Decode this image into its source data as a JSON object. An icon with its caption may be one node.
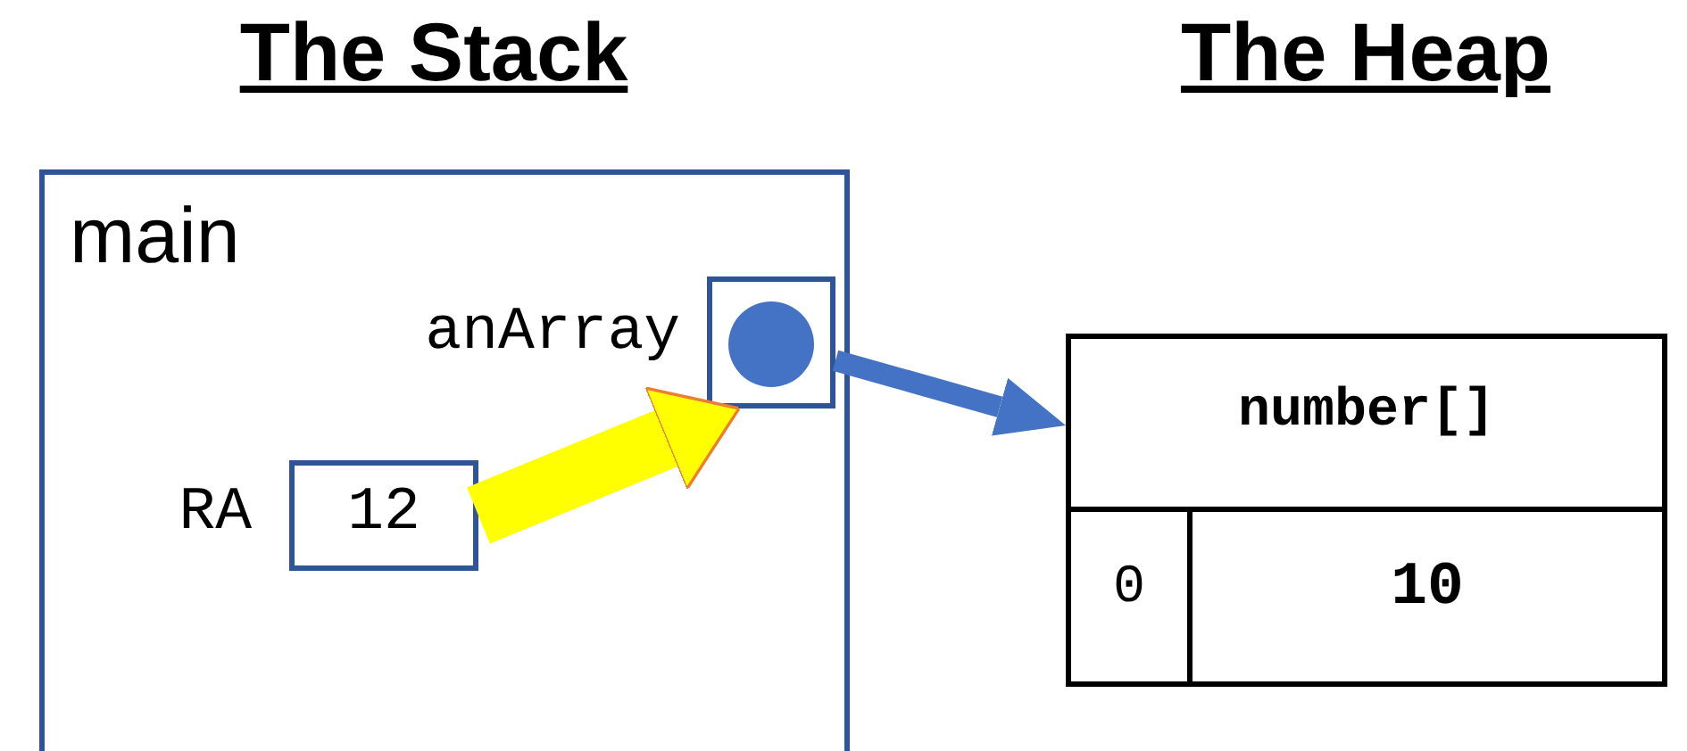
{
  "diagram": {
    "nodes": [
      {
        "text": [
          "main"
        ]
      },
      {
        "text": [],
        "shape": "box",
        "beside": [
          "anArray"
        ],
        "in": 0
      },
      {
        "text": [
          "12"
        ],
        "beside": [
          "RA"
        ],
        "in": 0
      },
      {
        "text": [
          "number[]"
        ]
      },
      {
        "text": [
          "0"
        ],
        "in": 3
      },
      {
        "text": [
          "10"
        ],
        "in": 3
      }
    ],
    "edges": [
      {
        "from": 1,
        "to": 3,
        "arrow": "to",
        "color": "#4472c4"
      },
      {
        "from": 2,
        "to": 1,
        "arrow": "to",
        "style": "thick",
        "color": "#ffff00"
      }
    ],
    "labels": [
      "The Stack",
      "The Heap"
    ]
  }
}
